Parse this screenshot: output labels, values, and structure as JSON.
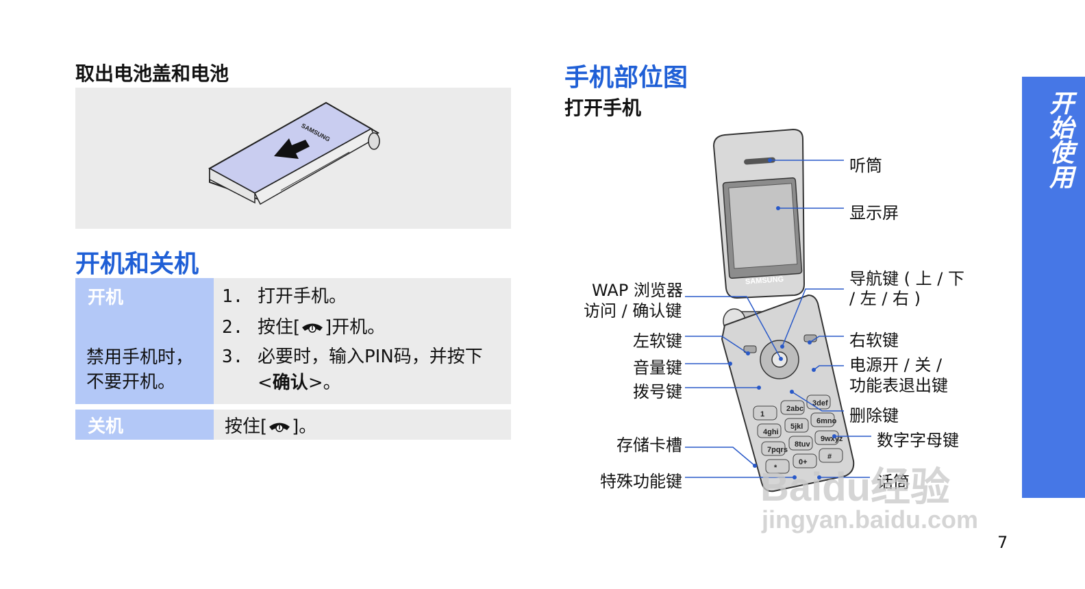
{
  "left": {
    "battery_heading": "取出电池盖和电池",
    "phone_brand": "SAMSUNG",
    "power_heading": "开机和关机",
    "power_on": {
      "title": "开机",
      "note": [
        "禁用手机时，",
        "不要开机。"
      ],
      "steps": [
        {
          "num": "1.",
          "text": "打开手机。"
        },
        {
          "num": "2.",
          "pre": "按住[",
          "post": "]开机。"
        },
        {
          "num": "3.",
          "line1": "必要时，输入PIN码，并按下",
          "line2_pre": "<",
          "line2_bold": "确认",
          "line2_post": ">。"
        }
      ]
    },
    "power_off": {
      "title": "关机",
      "pre": "按住[",
      "post": "]。"
    }
  },
  "right": {
    "parts_heading": "手机部位图",
    "open_subheading": "打开手机",
    "phone_brand": "SAMSUNG",
    "labels_left": {
      "wap_1": "WAP 浏览器",
      "wap_2": "访问 / 确认键",
      "left_soft": "左软键",
      "volume": "音量键",
      "dial": "拨号键",
      "card_slot": "存储卡槽",
      "special": "特殊功能键"
    },
    "labels_right": {
      "earpiece": "听筒",
      "display": "显示屏",
      "nav_1": "导航键 ( 上 / 下",
      "nav_2": "/ 左 / 右 )",
      "right_soft": "右软键",
      "power_1": "电源开 / 关 /",
      "power_2": "功能表退出键",
      "delete": "删除键",
      "alnum": "数字字母键",
      "mic": "话筒"
    },
    "keypad": [
      "1",
      "2abc",
      "3def",
      "4ghi",
      "5jkl",
      "6mno",
      "7pqrs",
      "8tuv",
      "9wxyz",
      "*",
      "0+",
      "#"
    ]
  },
  "side_tab": "开始使用",
  "page_number": "7",
  "watermark": {
    "line1": "Baidu经验",
    "line2": "jingyan.baidu.com"
  },
  "colors": {
    "blue_heading": "#1f5fd6",
    "side_tab": "#4677e6",
    "cell_blue": "#b3c8f7",
    "panel_gray": "#ebebeb"
  }
}
